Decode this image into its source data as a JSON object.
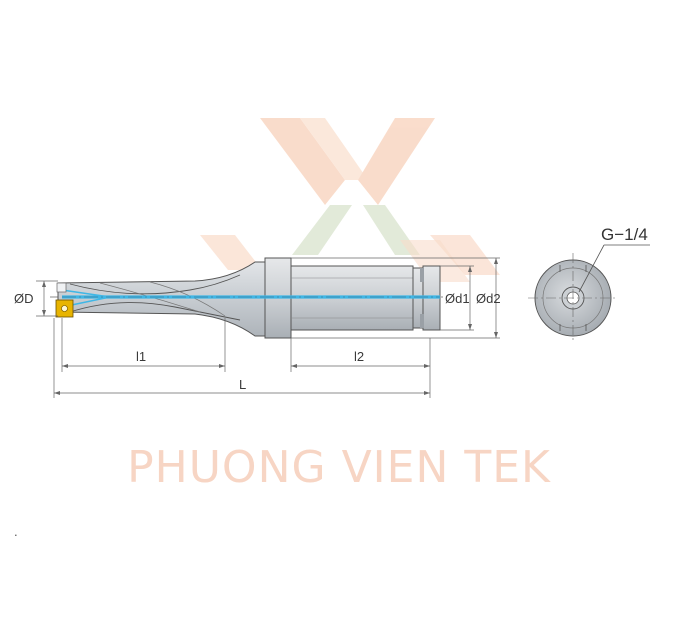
{
  "watermark": {
    "text": "PHUONG VIEN TEK",
    "color": "#f7d5c4",
    "logo_colors": [
      "#f9d9c6",
      "#dfe8d5"
    ]
  },
  "drawing": {
    "line_color": "#555555",
    "body_fill": "#cfd3d8",
    "coolant_color": "#3fb7e6",
    "insert_color": "#e8b400"
  },
  "dimensions": {
    "D": "ØD",
    "d1": "Ød1",
    "d2": "Ød2",
    "l1": "l1",
    "l2": "l2",
    "L": "L"
  },
  "end_view": {
    "thread_label": "G−1/4"
  },
  "dot": "."
}
